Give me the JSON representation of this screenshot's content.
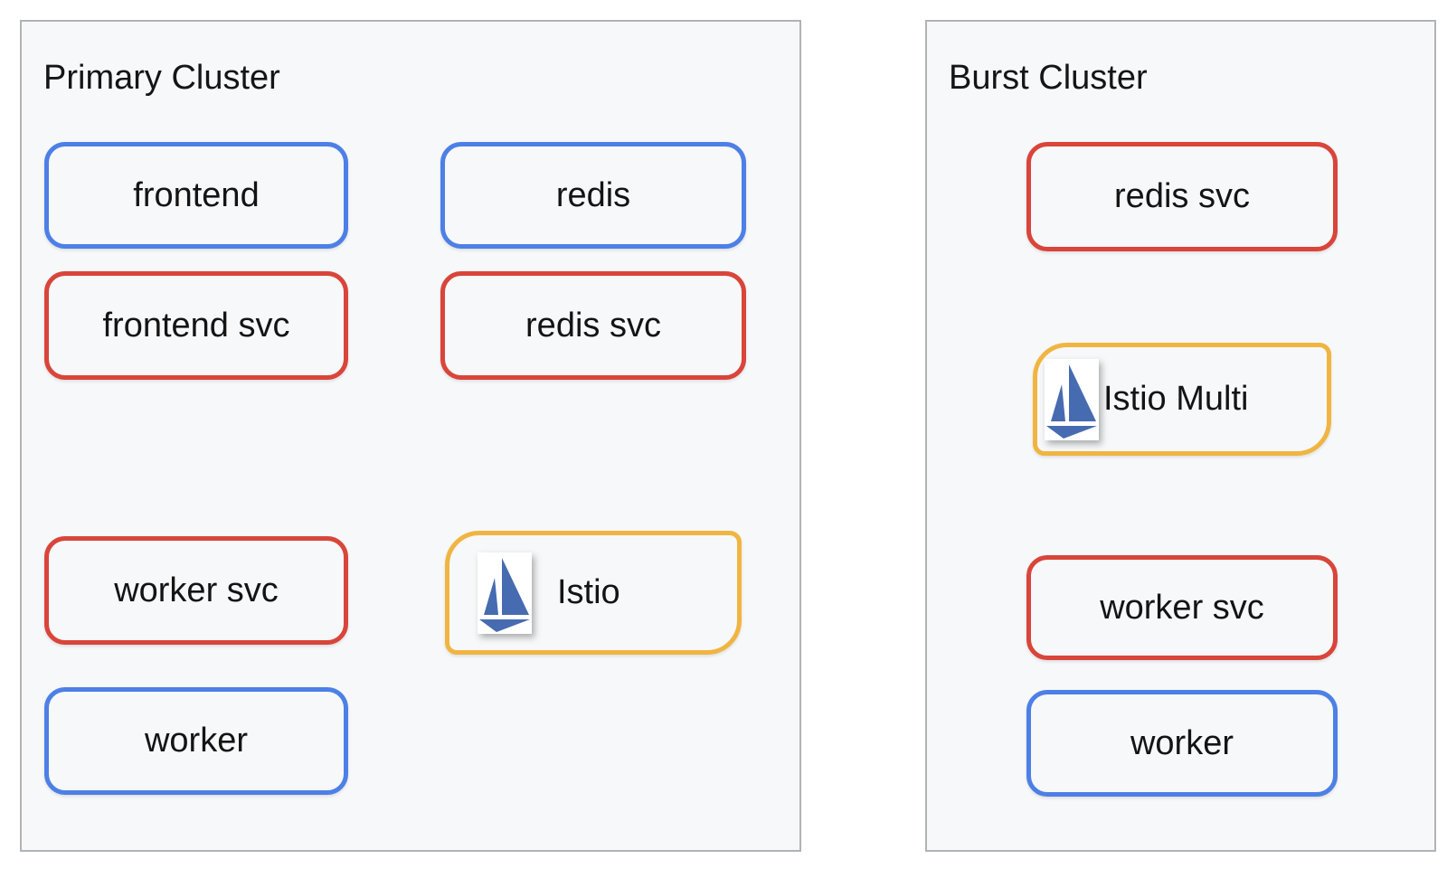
{
  "diagram": {
    "colors": {
      "deployment_border": "#4d80e6",
      "service_border": "#d9453a",
      "istio_border": "#f0b541",
      "istio_logo_blue": "#466bb0",
      "cluster_background": "#f7f8fa",
      "cluster_border": "#b0b3b8",
      "page_background": "#ffffff"
    },
    "clusters": [
      {
        "title": "Primary Cluster",
        "nodes": [
          {
            "label": "frontend",
            "border_color": "#4d80e6"
          },
          {
            "label": "redis",
            "border_color": "#4d80e6"
          },
          {
            "label": "frontend svc",
            "border_color": "#d9453a"
          },
          {
            "label": "redis svc",
            "border_color": "#d9453a"
          },
          {
            "label": "worker svc",
            "border_color": "#d9453a"
          },
          {
            "label": "Istio",
            "border_color": "#f0b541",
            "icon": "istio-sailboat-icon"
          },
          {
            "label": "worker",
            "border_color": "#4d80e6"
          }
        ]
      },
      {
        "title": "Burst Cluster",
        "nodes": [
          {
            "label": "redis svc",
            "border_color": "#d9453a"
          },
          {
            "label": "Istio Multi",
            "border_color": "#f0b541",
            "icon": "istio-sailboat-icon"
          },
          {
            "label": "worker svc",
            "border_color": "#d9453a"
          },
          {
            "label": "worker",
            "border_color": "#4d80e6"
          }
        ]
      }
    ]
  }
}
